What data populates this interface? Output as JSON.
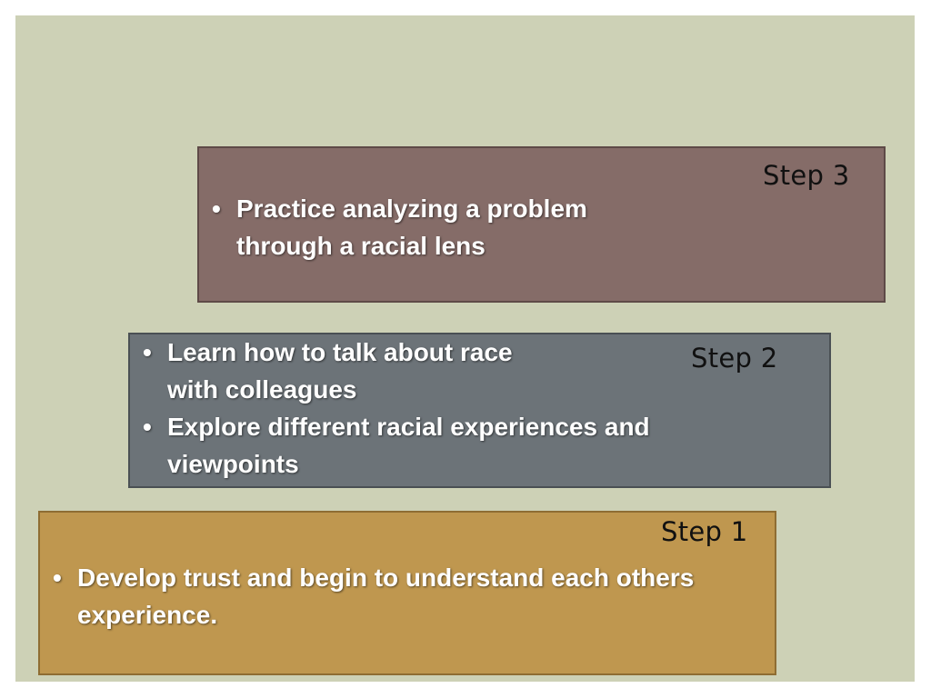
{
  "steps": [
    {
      "label": "Step 3",
      "bullets": [
        "Practice analyzing a problem through a racial lens"
      ]
    },
    {
      "label": "Step 2",
      "bullets": [
        "Learn how to talk about race with colleagues",
        "Explore different racial experiences and viewpoints"
      ]
    },
    {
      "label": "Step 1",
      "bullets": [
        "Develop trust and begin to understand each others experience."
      ]
    }
  ],
  "colors": {
    "background": "#cdd1b6",
    "step3": "#856c68",
    "step2": "#6c7378",
    "step1": "#bf974f",
    "text": "#ffffff"
  }
}
